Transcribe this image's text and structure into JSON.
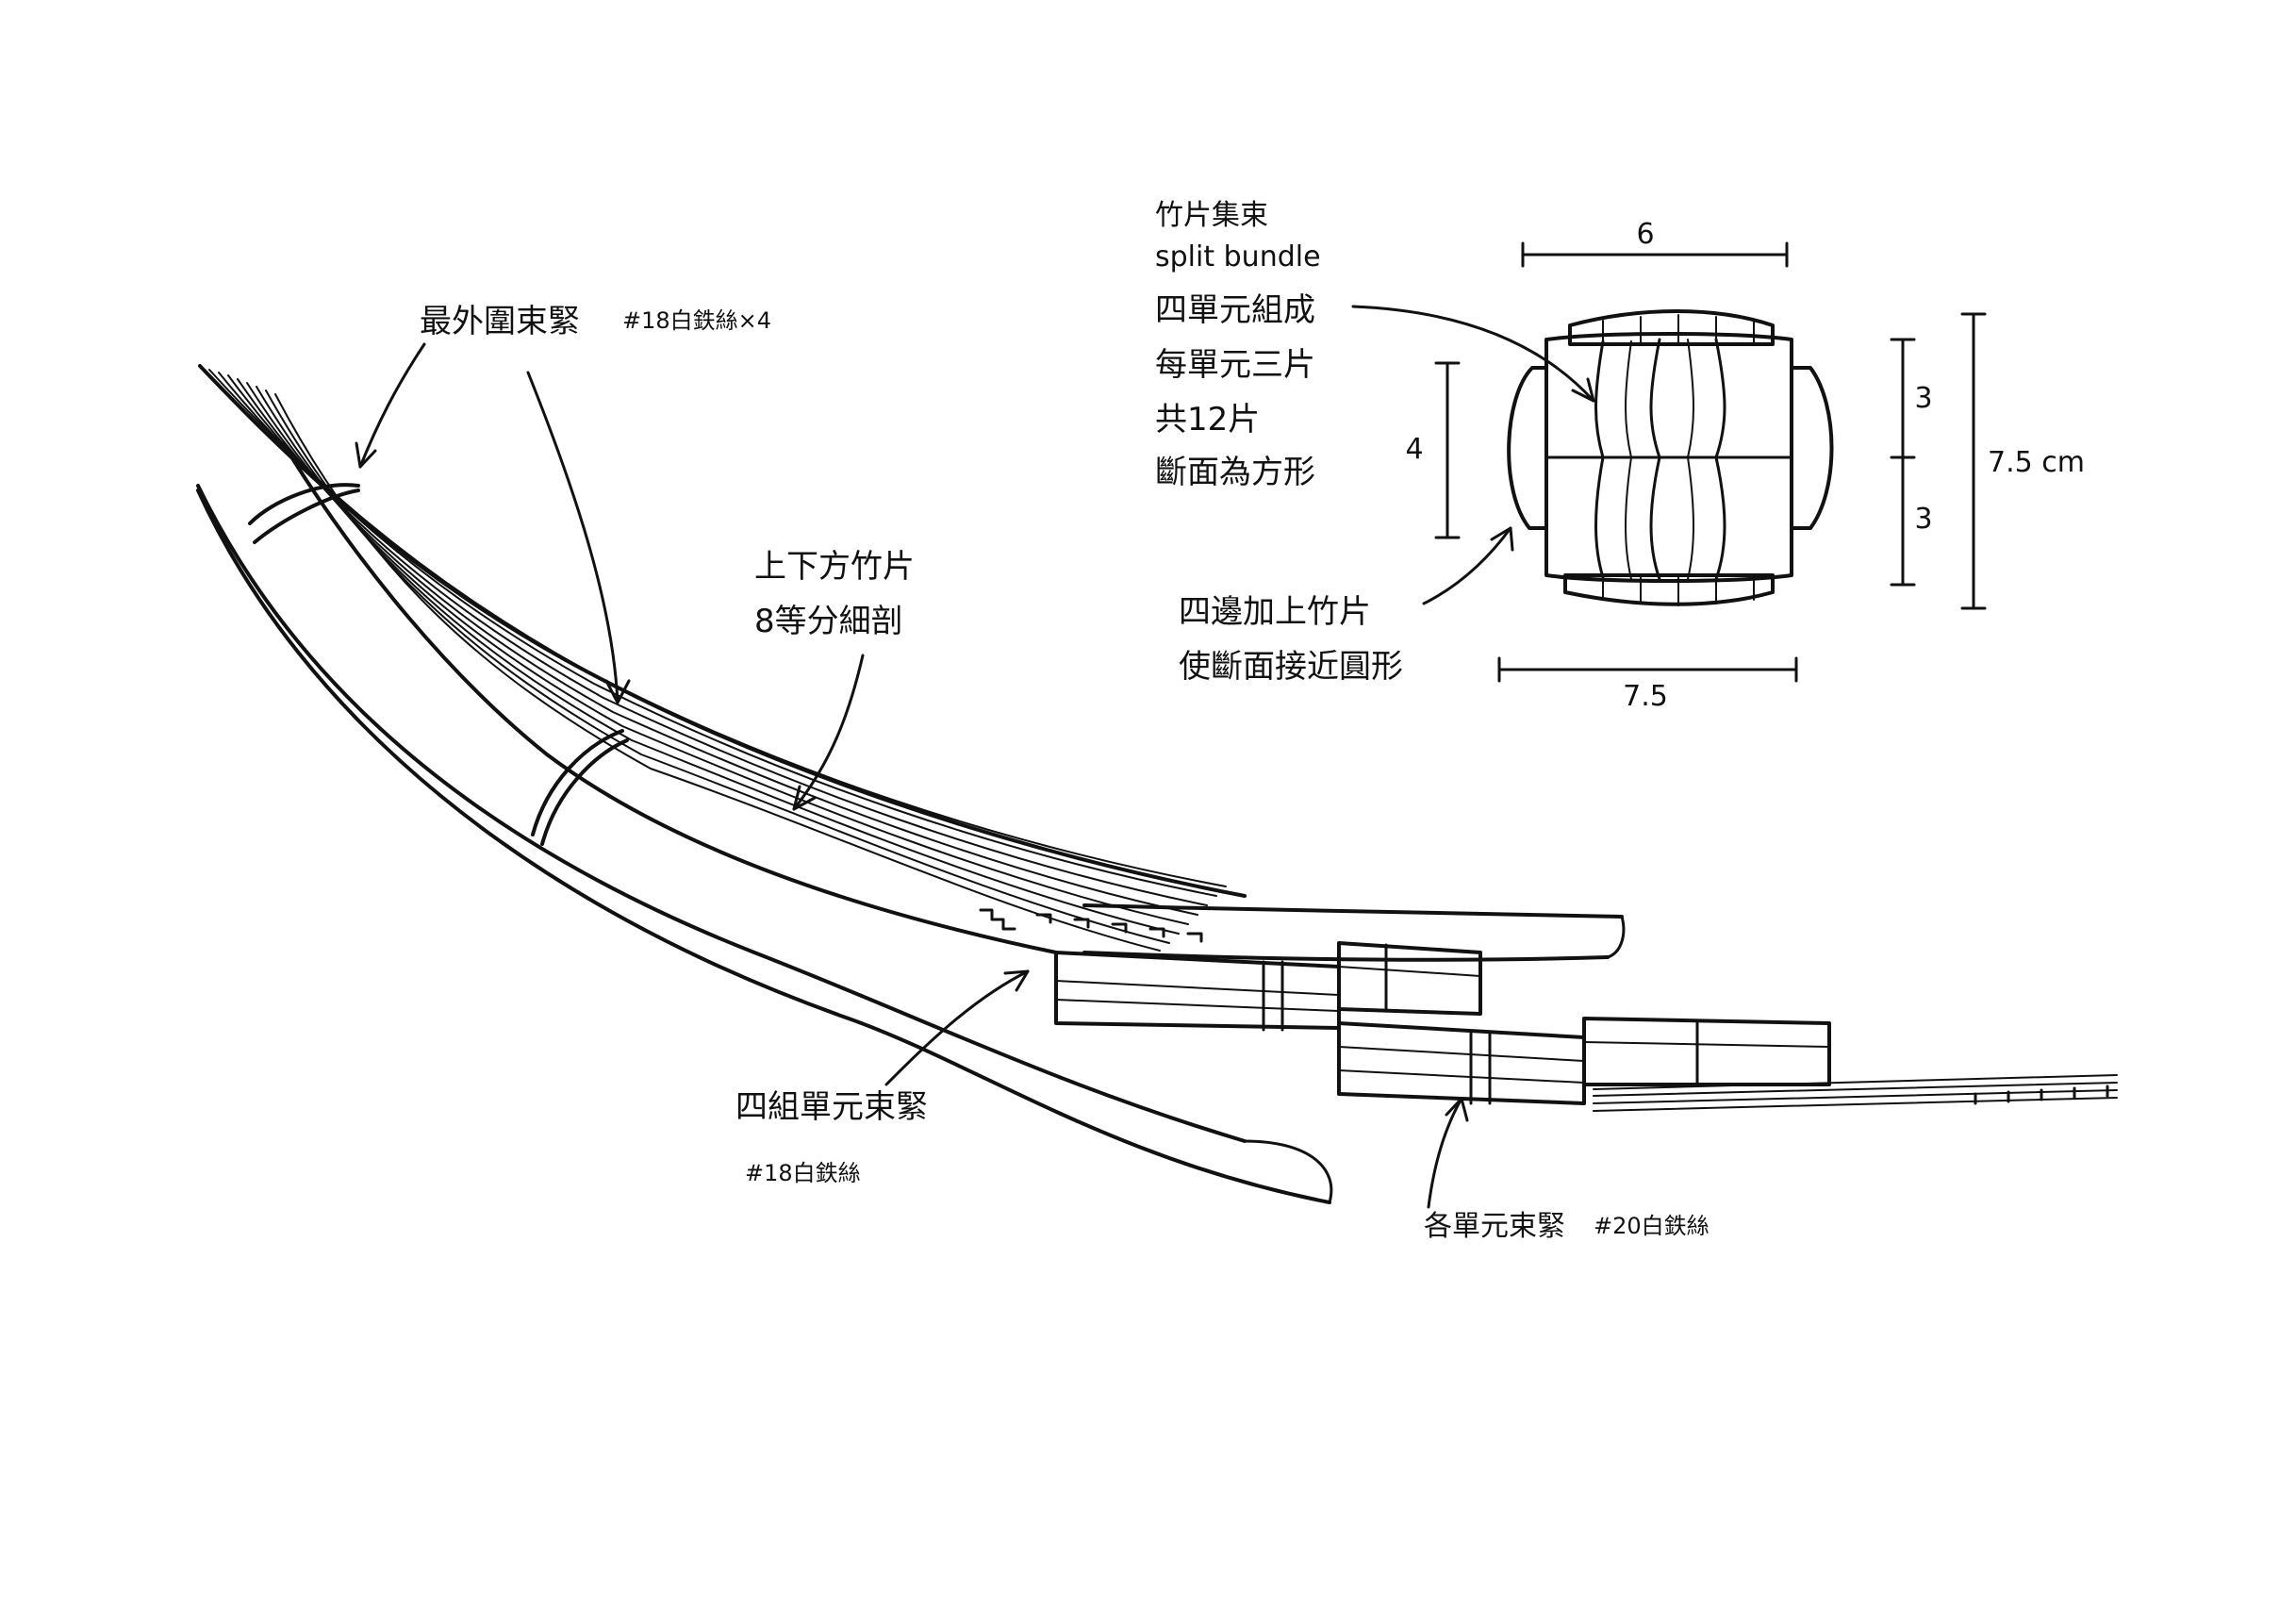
{
  "labels": {
    "outer_binding": "最外圍束緊",
    "outer_wire": "#18白鉄絲×4",
    "top_bottom": "上下方竹片",
    "split_8": "8等分細剖",
    "four_groups": "四組單元束緊",
    "four_groups_wire": "#18白鉄絲",
    "each_unit": "各單元束緊",
    "each_unit_wire": "#20白鉄絲",
    "bundle_zh": "竹片集束",
    "bundle_en": "split bundle",
    "units_four": "四單元組成",
    "three_each": "每單元三片",
    "total_12": "共12片",
    "square_section": "斷面為方形",
    "add_sides": "四邊加上竹片",
    "round_section": "使斷面接近圓形"
  },
  "dimensions": {
    "top_width": "6",
    "left_height": "4",
    "upper_height": "3",
    "lower_height": "3",
    "total_height": "7.5 cm",
    "bottom_width": "7.5"
  }
}
